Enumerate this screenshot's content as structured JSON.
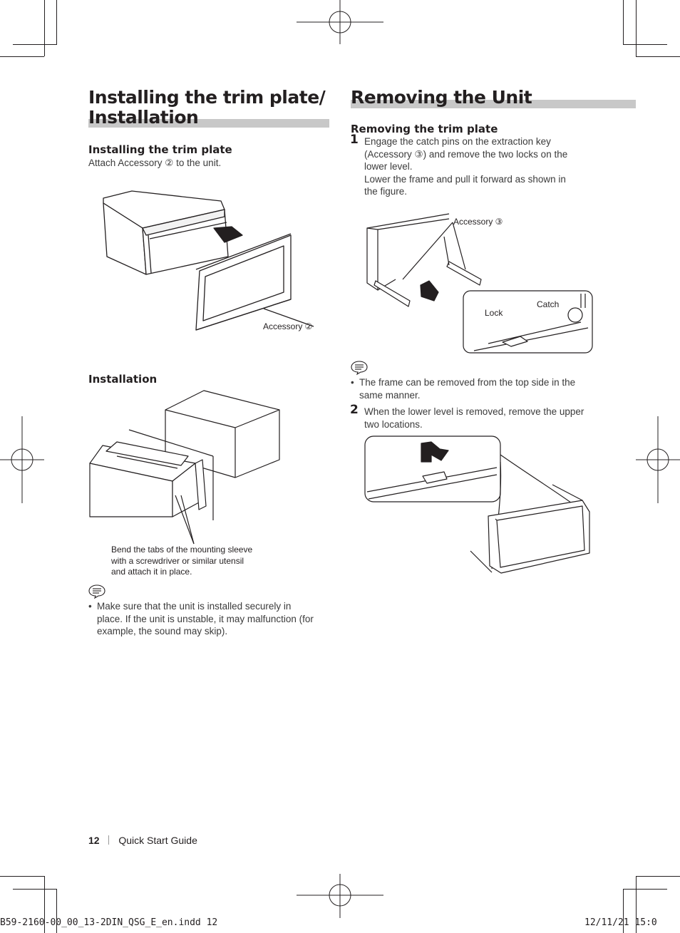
{
  "left": {
    "title_line1": "Installing the trim plate/",
    "title_line2": "Installation",
    "sub1": "Installing the trim plate",
    "sub1_text": "Attach Accessory ② to the unit.",
    "fig1_label": "Accessory ②",
    "sub2": "Installation",
    "fig2_caption": [
      "Bend the tabs of the mounting sleeve",
      "with a screwdriver or similar utensil",
      "and attach it in place."
    ],
    "note_lines": [
      "Make sure that the unit is installed securely in",
      "place. If the unit is unstable, it may malfunction (for",
      "example, the sound may skip)."
    ]
  },
  "right": {
    "title": "Removing the Unit",
    "sub1": "Removing the trim plate",
    "step1_num": "1",
    "step1_lines": [
      "Engage the catch pins on the extraction key",
      "(Accessory ③) and remove the two locks on the",
      "lower level.",
      "Lower the frame and pull it forward as shown in",
      "the figure."
    ],
    "fig3_accessory": "Accessory ③",
    "fig3_lock": "Lock",
    "fig3_catch": "Catch",
    "note_lines": [
      "The frame can be removed from the top side in the",
      "same manner."
    ],
    "step2_num": "2",
    "step2_lines": [
      "When the lower level is removed, remove the upper",
      "two locations."
    ]
  },
  "footer": {
    "page_number": "12",
    "guide_name": "Quick Start Guide"
  },
  "slug": {
    "filename": "B59-2160-00_00_13-2DIN_QSG_E_en.indd   12",
    "timestamp": "12/11/21   15:0"
  },
  "icons": {
    "note": "speech-bubble-note-icon"
  }
}
